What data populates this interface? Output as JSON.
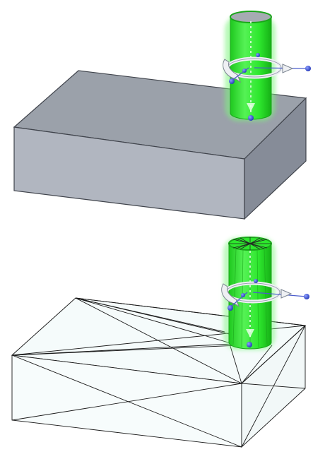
{
  "views": [
    {
      "label": "shaded",
      "display_mode": "shaded"
    },
    {
      "label": "wireframe",
      "display_mode": "mesh-wireframe"
    }
  ],
  "colors": {
    "background": "#ffffff",
    "block_top": "#9ba1aa",
    "block_front": "#b1b6c0",
    "block_right": "#868c98",
    "block_edge": "#40444c",
    "cylinder_fill": "#2ee82e",
    "cylinder_highlight": "#6af56a",
    "cylinder_edge": "#1aa61a",
    "cylinder_top_cap": "#a6abb2",
    "handle_dot": "#3a52d8",
    "handle_ring": "#eef0f3",
    "wire_line": "#1a1a1a",
    "wire_fill": "#f5fbfb"
  },
  "icons": {
    "transform_handle": "steering-wheel-icon"
  }
}
